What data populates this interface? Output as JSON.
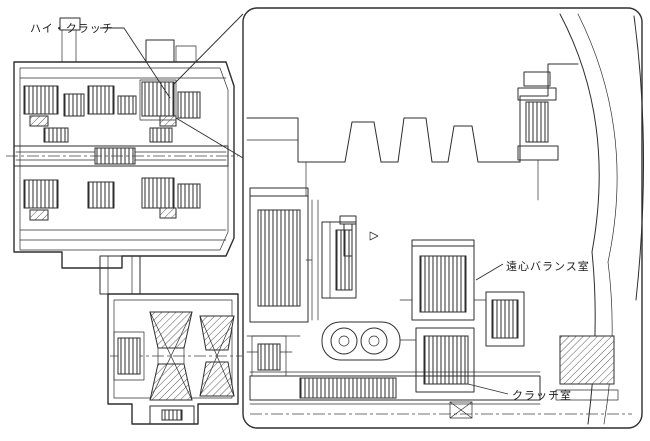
{
  "diagram": {
    "type": "transmission-cross-section-with-detail-callout",
    "labels": {
      "high_clutch": "ハイ・クラッチ",
      "centrifugal_balance_chamber": "遠心バランス室",
      "clutch_chamber": "クラッチ室"
    },
    "colors": {
      "line": "#2e2e2e",
      "background": "#ffffff"
    }
  }
}
